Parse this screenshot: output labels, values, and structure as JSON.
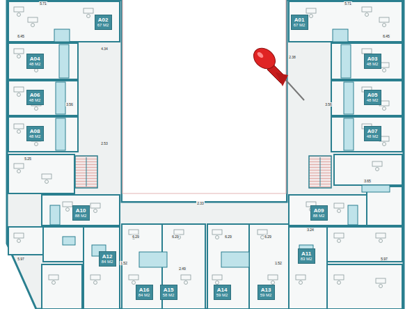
{
  "diagram": {
    "nodes": [
      {
        "text": [
          "A02",
          "67 M2"
        ]
      },
      {
        "text": [
          "A01",
          "67 M2"
        ]
      },
      {
        "text": [
          "A04",
          "48 M2"
        ]
      },
      {
        "text": [
          "A03",
          "48 M2"
        ]
      },
      {
        "text": [
          "A06",
          "48 M2"
        ]
      },
      {
        "text": [
          "A05",
          "48 M2"
        ]
      },
      {
        "text": [
          "A08",
          "48 M2"
        ]
      },
      {
        "text": [
          "A07",
          "48 M2"
        ]
      },
      {
        "text": [
          "A10",
          "88 M2"
        ]
      },
      {
        "text": [
          "A09",
          "88 M2"
        ]
      },
      {
        "text": [
          "A12",
          "84 M2"
        ]
      },
      {
        "text": [
          "A11",
          "83 M2"
        ]
      },
      {
        "text": [
          "A16",
          "84 M2"
        ]
      },
      {
        "text": [
          "A15",
          "58 M2"
        ]
      },
      {
        "text": [
          "A14",
          "59 M2"
        ]
      },
      {
        "text": [
          "A13",
          "59 M2"
        ]
      }
    ],
    "labels": [
      "5.71",
      "5.71",
      "6.45",
      "6.45",
      "4.34",
      "2.38",
      "3.56",
      "3.56",
      "2.53",
      "5.25",
      "3.65",
      "2.33",
      "6.29",
      "6.29",
      "6.29",
      "6.29",
      "1.52",
      "1.52",
      "5.97",
      "5.97",
      "2.49",
      "3.24"
    ]
  }
}
